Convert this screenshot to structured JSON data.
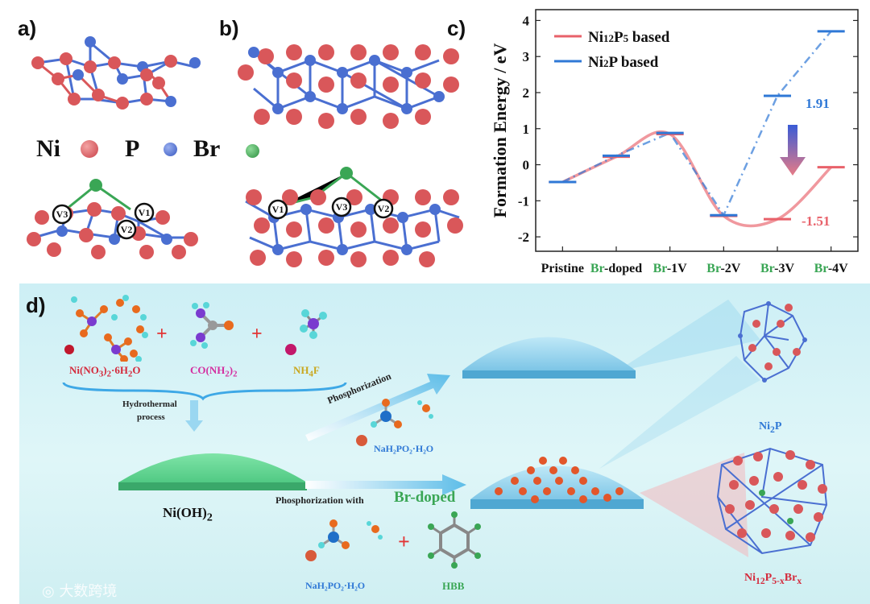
{
  "panels": {
    "a": "a)",
    "b": "b)",
    "c": "c)",
    "d": "d)"
  },
  "legend_atoms": [
    {
      "label": "Ni",
      "color": "#d9575a"
    },
    {
      "label": "P",
      "color": "#4a6fd1"
    },
    {
      "label": "Br",
      "color": "#3aa655"
    }
  ],
  "vacancies_a": [
    "V3",
    "V1",
    "V2"
  ],
  "vacancies_b": [
    "V1",
    "V3",
    "V2"
  ],
  "chart_data": {
    "type": "line",
    "ylabel": "Formation Energy / eV",
    "ylim": [
      -2.4,
      4.3
    ],
    "yticks": [
      -2,
      -1,
      0,
      1,
      2,
      3,
      4
    ],
    "categories": [
      {
        "prefix": "",
        "text": "Pristine"
      },
      {
        "prefix": "Br",
        "text": "-doped"
      },
      {
        "prefix": "Br",
        "text": "-1V"
      },
      {
        "prefix": "Br",
        "text": "-2V"
      },
      {
        "prefix": "Br",
        "text": "-3V"
      },
      {
        "prefix": "Br",
        "text": "-4V"
      }
    ],
    "series": [
      {
        "name": "Ni12P5 based",
        "legend_main": "Ni",
        "legend_sub1": "12",
        "legend_mid": "P",
        "legend_sub2": "5",
        "legend_rest": " based",
        "color": "#e8616a",
        "values": [
          -0.48,
          0.22,
          0.85,
          -1.42,
          -1.51,
          -0.07
        ]
      },
      {
        "name": "Ni2P based",
        "legend_main": "Ni",
        "legend_sub1": "2",
        "legend_mid": "P",
        "legend_sub2": "",
        "legend_rest": " based",
        "color": "#2f78d6",
        "values": [
          -0.48,
          0.25,
          0.88,
          -1.4,
          1.91,
          3.7
        ]
      }
    ],
    "annotations": [
      {
        "text": "1.91",
        "color": "#2f78d6"
      },
      {
        "text": "-1.51",
        "color": "#e8616a"
      }
    ]
  },
  "scheme": {
    "reactants": [
      {
        "main": "Ni(NO",
        "sub": "3",
        "main2": ")",
        "sub2": "2",
        "rest": "·6H",
        "sub3": "2",
        "rest2": "O",
        "color": "#d42a3c"
      },
      {
        "main": "CO(NH",
        "sub": "2",
        "main2": ")",
        "sub2": "2",
        "rest": "",
        "sub3": "",
        "rest2": "",
        "color": "#d42ea0"
      },
      {
        "main": "NH",
        "sub": "4",
        "main2": "F",
        "sub2": "",
        "rest": "",
        "sub3": "",
        "rest2": "",
        "color": "#d1b52a"
      }
    ],
    "plus": "+",
    "hydrothermal_line1": "Hydrothermal",
    "hydrothermal_line2": "process",
    "precursor": "Ni(OH)",
    "precursor_sub": "2",
    "phosphorization": "Phosphorization",
    "phosphorization_with": "Phosphorization with",
    "br_doped": "Br-doped",
    "reagent1": "NaH₂PO₂·H₂O",
    "reagent2": "NaH₂PO₂·H₂O",
    "hbb": "HBB",
    "product1": {
      "main": "Ni",
      "sub": "2",
      "rest": "P"
    },
    "product2": {
      "main": "Ni",
      "sub": "12",
      "mid": "P",
      "sub2": "5-x",
      "mid2": "Br",
      "sub3": "x"
    },
    "watermark": "大数跨境"
  }
}
